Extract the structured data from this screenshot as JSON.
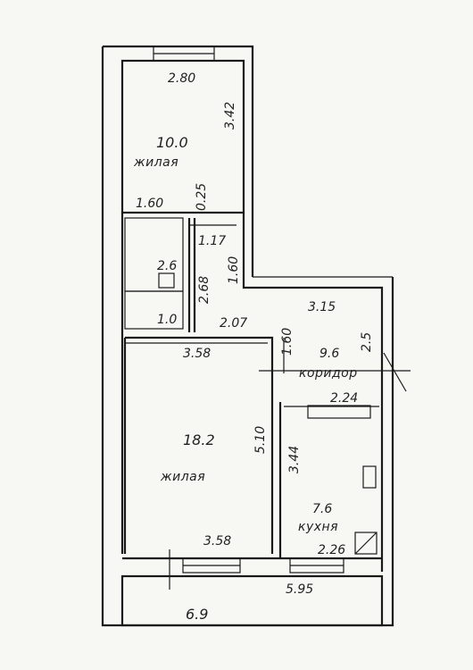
{
  "plan": {
    "rooms": {
      "living_top": {
        "area": "10.0",
        "word": "жилая"
      },
      "small_room": {
        "area": "2.6"
      },
      "closet": {
        "area": "1.0"
      },
      "corridor": {
        "area": "9.6",
        "word": "коридор"
      },
      "living_big": {
        "area": "18.2",
        "word": "жилая"
      },
      "kitchen": {
        "area": "7.6",
        "word": "кухня"
      },
      "balcony": {
        "area": "6.9"
      }
    },
    "dimensions": {
      "top_width": "2.80",
      "top_height": "3.42",
      "partition_width": "1.60",
      "partition_thickness": "0.25",
      "small_width": "1.17",
      "small_height": "2.68",
      "passage_height": "1.60",
      "corridor_width": "2.07",
      "corridor_right": "3.15",
      "corridor_height": "2.5",
      "big_width_top": "3.58",
      "big_height": "5.10",
      "big_width_bottom": "3.58",
      "door_width": "1.60",
      "kitchen_width": "2.24",
      "kitchen_height": "3.44",
      "kitchen_bottom": "2.26",
      "total_width": "5.95"
    }
  }
}
